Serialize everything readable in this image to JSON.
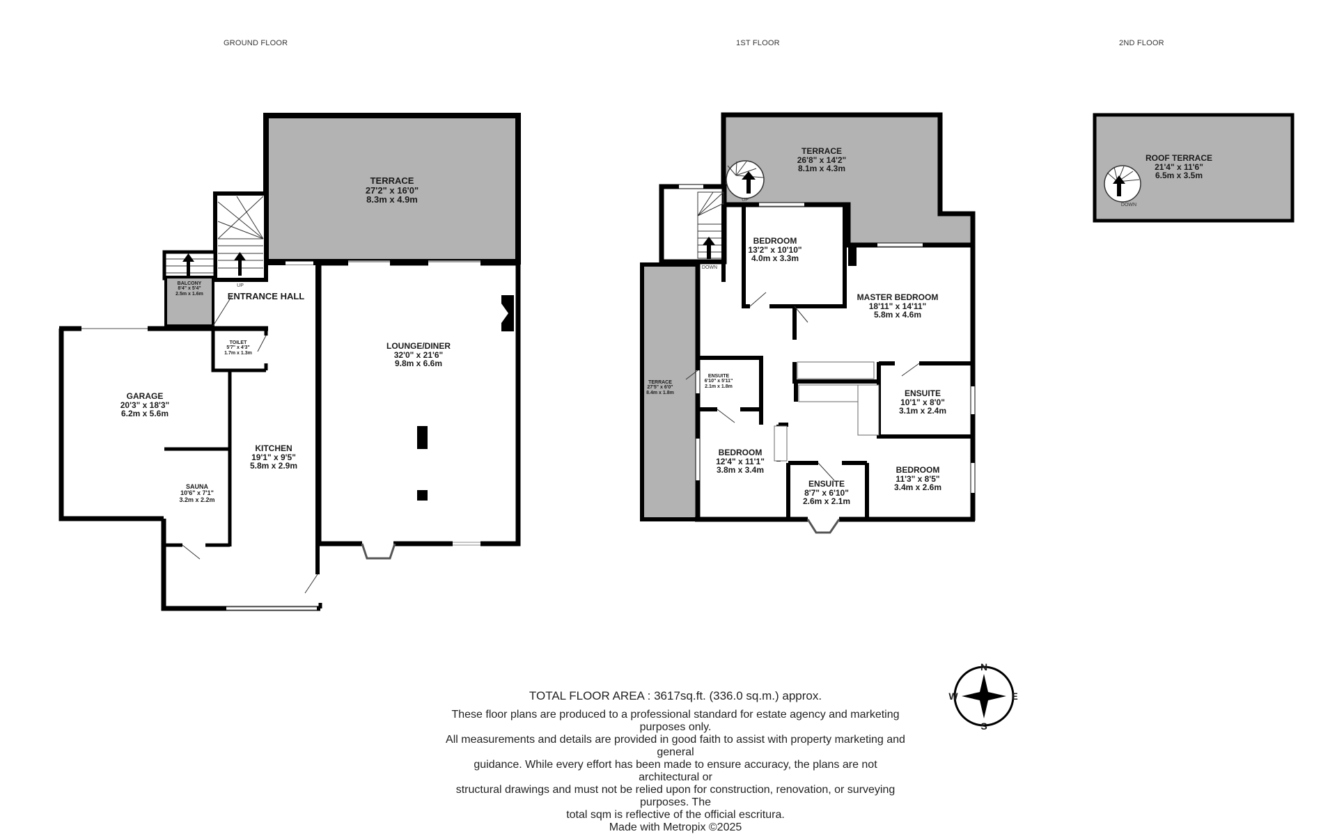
{
  "floors": {
    "ground": {
      "label": "GROUND FLOOR",
      "rooms": {
        "terrace": {
          "name": "TERRACE",
          "imperial": "27'2\"  x 16'0\"",
          "metric": "8.3m  x 4.9m"
        },
        "balcony": {
          "name": "BALCONY",
          "imperial": "8'4\"  x 5'4\"",
          "metric": "2.5m  x 1.6m"
        },
        "entrance_hall": {
          "name": "ENTRANCE HALL"
        },
        "toilet": {
          "name": "TOILET",
          "imperial": "5'7\"  x 4'3\"",
          "metric": "1.7m  x 1.3m"
        },
        "garage": {
          "name": "GARAGE",
          "imperial": "20'3\"  x 18'3\"",
          "metric": "6.2m  x 5.6m"
        },
        "kitchen": {
          "name": "KITCHEN",
          "imperial": "19'1\"  x 9'5\"",
          "metric": "5.8m  x 2.9m"
        },
        "sauna": {
          "name": "SAUNA",
          "imperial": "10'6\"  x 7'1\"",
          "metric": "3.2m  x 2.2m"
        },
        "lounge_diner": {
          "name": "LOUNGE/DINER",
          "imperial": "32'0\"  x 21'6\"",
          "metric": "9.8m  x 6.6m"
        }
      },
      "stair_label": "UP"
    },
    "first": {
      "label": "1ST FLOOR",
      "rooms": {
        "terrace": {
          "name": "TERRACE",
          "imperial": "26'8\"  x 14'2\"",
          "metric": "8.1m  x 4.3m"
        },
        "bedroom_1": {
          "name": "BEDROOM",
          "imperial": "13'2\"  x 10'10\"",
          "metric": "4.0m  x 3.3m"
        },
        "master_bedroom": {
          "name": "MASTER BEDROOM",
          "imperial": "18'11\"  x 14'11\"",
          "metric": "5.8m  x 4.6m"
        },
        "side_terrace": {
          "name": "TERRACE",
          "imperial": "27'5\"  x 6'0\"",
          "metric": "8.4m  x 1.8m"
        },
        "ensuite_1": {
          "name": "ENSUITE",
          "imperial": "6'10\"  x 5'11\"",
          "metric": "2.1m  x 1.8m"
        },
        "ensuite_2": {
          "name": "ENSUITE",
          "imperial": "10'1\"  x 8'0\"",
          "metric": "3.1m  x 2.4m"
        },
        "bedroom_2": {
          "name": "BEDROOM",
          "imperial": "12'4\"  x 11'1\"",
          "metric": "3.8m  x 3.4m"
        },
        "ensuite_3": {
          "name": "ENSUITE",
          "imperial": "8'7\"  x 6'10\"",
          "metric": "2.6m  x 2.1m"
        },
        "bedroom_3": {
          "name": "BEDROOM",
          "imperial": "11'3\"  x 8'5\"",
          "metric": "3.4m  x 2.6m"
        }
      },
      "stair_down_label": "DOWN",
      "spiral_up_label": "UP"
    },
    "second": {
      "label": "2ND FLOOR",
      "rooms": {
        "roof_terrace": {
          "name": "ROOF TERRACE",
          "imperial": "21'4\"  x 11'6\"",
          "metric": "6.5m  x 3.5m"
        }
      },
      "spiral_down_label": "DOWN"
    }
  },
  "footer": {
    "total_area": "TOTAL FLOOR AREA : 3617sq.ft. (336.0 sq.m.) approx.",
    "disclaimer_lines": [
      "These floor plans are produced to a professional standard for estate agency and marketing purposes only.",
      "All measurements and details are provided in good faith to assist with property marketing and general",
      "guidance. While every effort has been made to ensure accuracy, the plans are not architectural or",
      "structural drawings and must not be relied upon for construction, renovation, or surveying purposes. The",
      "total sqm is reflective of the official escritura."
    ],
    "credit": "Made with Metropix ©2025"
  },
  "compass": {
    "n": "N",
    "s": "S",
    "e": "E",
    "w": "W"
  },
  "colors": {
    "wall": "#000000",
    "terrace_fill": "#b3b3b3",
    "background": "#ffffff"
  }
}
